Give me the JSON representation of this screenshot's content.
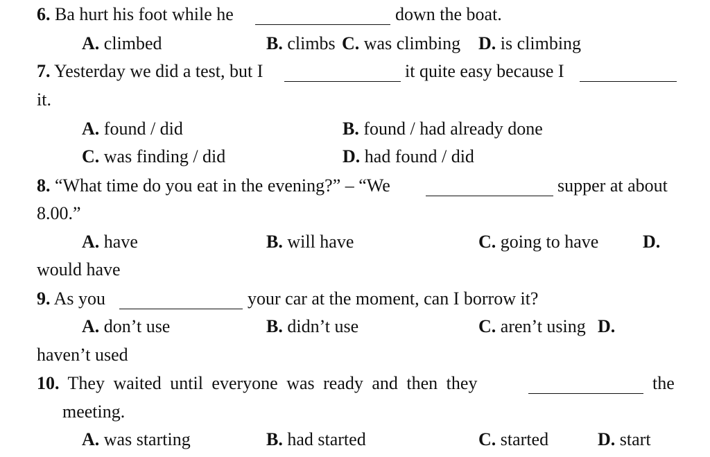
{
  "q6": {
    "number": "6.",
    "before": "Ba hurt his foot while he",
    "after": "down the boat.",
    "a_letter": "A.",
    "a_text": "climbed",
    "b_letter": "B.",
    "b_text": "climbs",
    "c_letter": "C.",
    "c_text": "was climbing",
    "d_letter": "D.",
    "d_text": "is climbing"
  },
  "q7": {
    "number": "7.",
    "before": "Yesterday we did a test, but I",
    "middle": "it quite easy because I",
    "end": "it.",
    "a_letter": "A.",
    "a_text": "found / did",
    "b_letter": "B.",
    "b_text": "found / had already done",
    "c_letter": "C.",
    "c_text": "was finding / did",
    "d_letter": "D.",
    "d_text": "had found / did"
  },
  "q8": {
    "number": "8.",
    "before": "“What time do you eat in the evening?” – “We",
    "after": "supper at about",
    "end": "8.00.”",
    "a_letter": "A.",
    "a_text": "have",
    "b_letter": "B.",
    "b_text": "will have",
    "c_letter": "C.",
    "c_text": "going to have",
    "d_letter": "D.",
    "d_text": "would have"
  },
  "q9": {
    "number": "9.",
    "before": "As you",
    "after": "your car at the moment, can I borrow it?",
    "a_letter": "A.",
    "a_text": "don’t use",
    "b_letter": "B.",
    "b_text": "didn’t use",
    "c_letter": "C.",
    "c_text": "aren’t using",
    "d_letter": "D.",
    "d_text": "haven’t used"
  },
  "q10": {
    "number": "10.",
    "before": "They waited until everyone was ready and then they",
    "after": "the",
    "end": "meeting.",
    "a_letter": "A.",
    "a_text": "was starting",
    "b_letter": "B.",
    "b_text": "had started",
    "c_letter": "C.",
    "c_text": "started",
    "d_letter": "D.",
    "d_text": "start"
  }
}
